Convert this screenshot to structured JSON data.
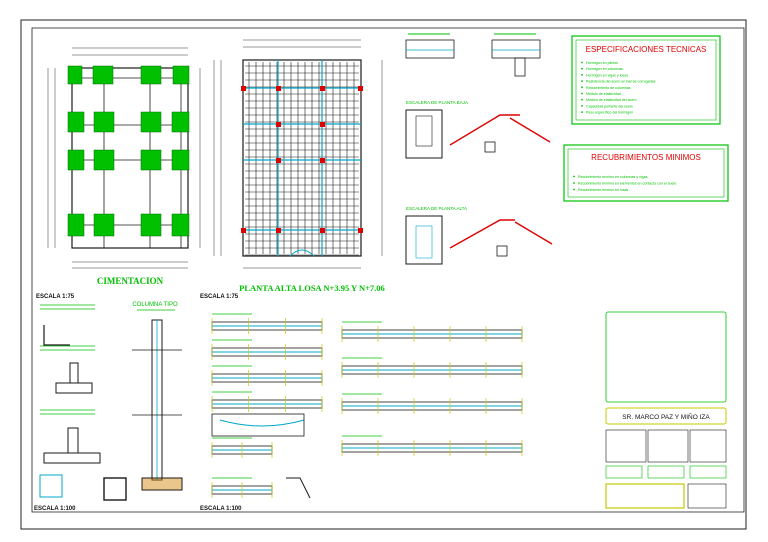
{
  "colors": {
    "green": "#00c000",
    "line": "#1a1a1a",
    "red": "#e00000",
    "cyan": "#00a8c8",
    "yellow": "#c8c800",
    "orange": "#d08000"
  },
  "titles": {
    "cimentacion": "CIMENTACION",
    "planta_alta": "PLANTA ALTA LOSA N+3.95 Y N+7.06",
    "columna_tipo": "COLUMNA TIPO"
  },
  "scales": {
    "s1": "ESCALA 1:75",
    "s2": "ESCALA 1:75",
    "s3": "ESCALA 1:100",
    "s4": "ESCALA 1:100"
  },
  "spec_panel": {
    "title": "ESPECIFICACIONES TECNICAS",
    "rows": [
      "Hormigón en plintos",
      "Hormigón en columnas",
      "Hormigón en vigas y losas",
      "Resistencia del acero en barras corrugadas",
      "Recubrimiento de columnas",
      "Módulo de elasticidad",
      "Módulo de elasticidad del acero",
      "Capacidad portante del suelo",
      "Peso específico del hormigón"
    ]
  },
  "cover_panel": {
    "title": "RECUBRIMIENTOS MINIMOS",
    "rows": [
      "Recubrimiento mínimo en columnas y vigas",
      "Recubrimiento mínimo en elementos en contacto con el suelo",
      "Recubrimiento mínimo en losas"
    ]
  },
  "escalera_labels": {
    "e1": "ESCALERA DE PLANTA BAJA",
    "e2": "ESCALERA DE PLANTA ALTA"
  },
  "titleblock": {
    "owner": "SR. MARCO PAZ Y MIÑO IZA"
  }
}
